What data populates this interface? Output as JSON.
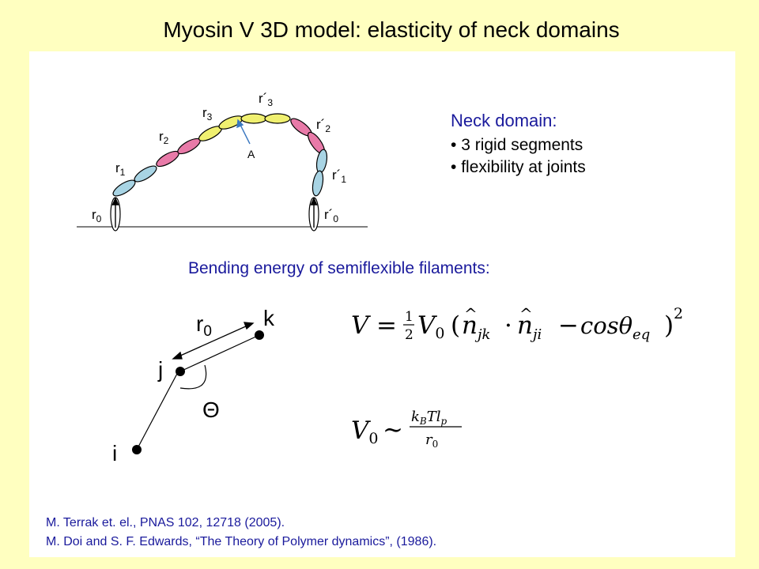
{
  "title": "Myosin V 3D model: elasticity of neck domains",
  "neck_domain": {
    "heading": "Neck domain:",
    "bullets": [
      "3 rigid segments",
      "flexibility at joints"
    ]
  },
  "neck_labels": {
    "r0": {
      "base": "r",
      "sub": "0"
    },
    "r1": {
      "base": "r",
      "sub": "1"
    },
    "r2": {
      "base": "r",
      "sub": "2"
    },
    "r3": {
      "base": "r",
      "sub": "3"
    },
    "rp3": {
      "base": "r´",
      "sub": "3"
    },
    "rp2": {
      "base": "r´",
      "sub": "2"
    },
    "rp1": {
      "base": "r´",
      "sub": "1"
    },
    "rp0": {
      "base": "r´",
      "sub": "0"
    },
    "A": "A"
  },
  "bending_title": "Bending energy of semiflexible filaments:",
  "bend_labels": {
    "r0_base": "r",
    "r0_sub": "0",
    "k": "k",
    "j": "j",
    "i": "i",
    "theta": "Θ"
  },
  "equations": {
    "eq1": {
      "V": "V",
      "eq": "=",
      "one": "1",
      "two": "2",
      "V0": "V",
      "V0_sub": "0",
      "lparen": "(",
      "n": "n",
      "jk": "jk",
      "dot": "·",
      "ji": "ji",
      "minus": "−",
      "cos": "cosθ",
      "eqsub": "eq",
      "rparen": ")",
      "sq": "2"
    },
    "eq2": {
      "V": "V",
      "sub": "0",
      "sim": "∼",
      "num": "k",
      "num_b": "B",
      "num_rest": "Tl",
      "num_p": "p",
      "den": "r",
      "den_sub": "0"
    }
  },
  "references": [
    "M. Terrak et. el., PNAS 102, 12718 (2005).",
    "M. Doi and S. F. Edwards, “The Theory of Polymer dynamics”, (1986)."
  ],
  "colors": {
    "segment_blue": "#a8d4e4",
    "segment_pink": "#e87aa8",
    "segment_yellow": "#f0f070",
    "accent_text": "#1a1a9c",
    "arrow_blue": "#3a78c0"
  }
}
